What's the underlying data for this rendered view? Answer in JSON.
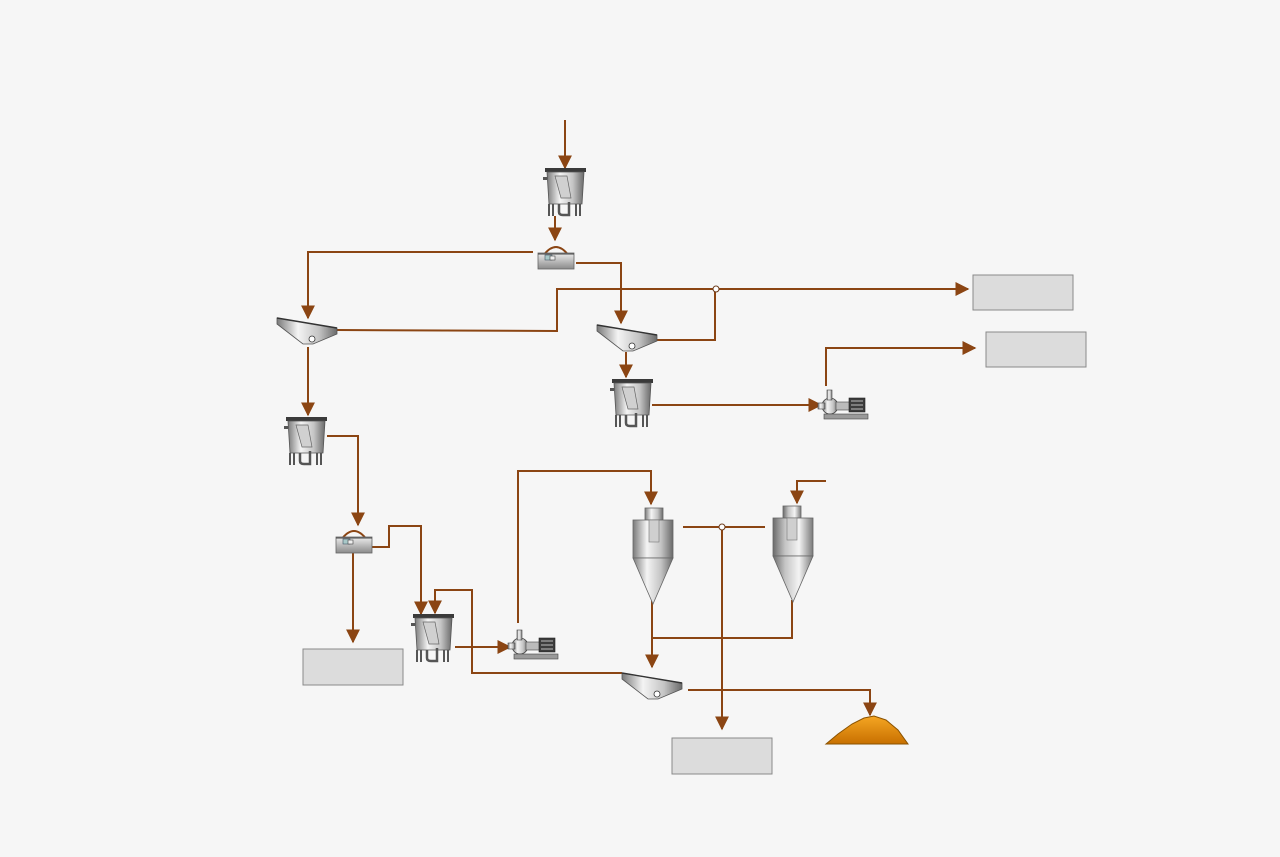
{
  "colors": {
    "background": "#f6f6f6",
    "pipe": "#8b4513",
    "metal_light": "#f2f2f2",
    "metal_mid": "#bdbdbd",
    "metal_dark": "#6e6e6e",
    "product_pile": "#e08a00",
    "output_box": "#dcdcdc"
  },
  "equipment": [
    {
      "name": "feed-tank",
      "icon": "tank-icon"
    },
    {
      "name": "feed-screen",
      "icon": "vibrating-screen-icon"
    },
    {
      "name": "separator-left",
      "icon": "spiral-separator-icon"
    },
    {
      "name": "separator-center",
      "icon": "spiral-separator-icon"
    },
    {
      "name": "tank-center",
      "icon": "tank-icon"
    },
    {
      "name": "pump-upper",
      "icon": "centrifugal-pump-icon"
    },
    {
      "name": "tank-left",
      "icon": "tank-icon"
    },
    {
      "name": "screen-lower",
      "icon": "vibrating-screen-icon"
    },
    {
      "name": "tank-lower",
      "icon": "tank-icon"
    },
    {
      "name": "pump-lower",
      "icon": "centrifugal-pump-icon"
    },
    {
      "name": "cyclone-primary",
      "icon": "hydrocyclone-icon"
    },
    {
      "name": "cyclone-secondary",
      "icon": "hydrocyclone-icon"
    },
    {
      "name": "separator-lower",
      "icon": "spiral-separator-icon"
    },
    {
      "name": "product-stockpile",
      "icon": "stockpile-icon"
    }
  ],
  "outputs": [
    {
      "name": "output-box-top-right",
      "text": ""
    },
    {
      "name": "output-box-right",
      "text": ""
    },
    {
      "name": "output-box-bottom-left",
      "text": ""
    },
    {
      "name": "output-box-bottom-center",
      "text": ""
    }
  ]
}
